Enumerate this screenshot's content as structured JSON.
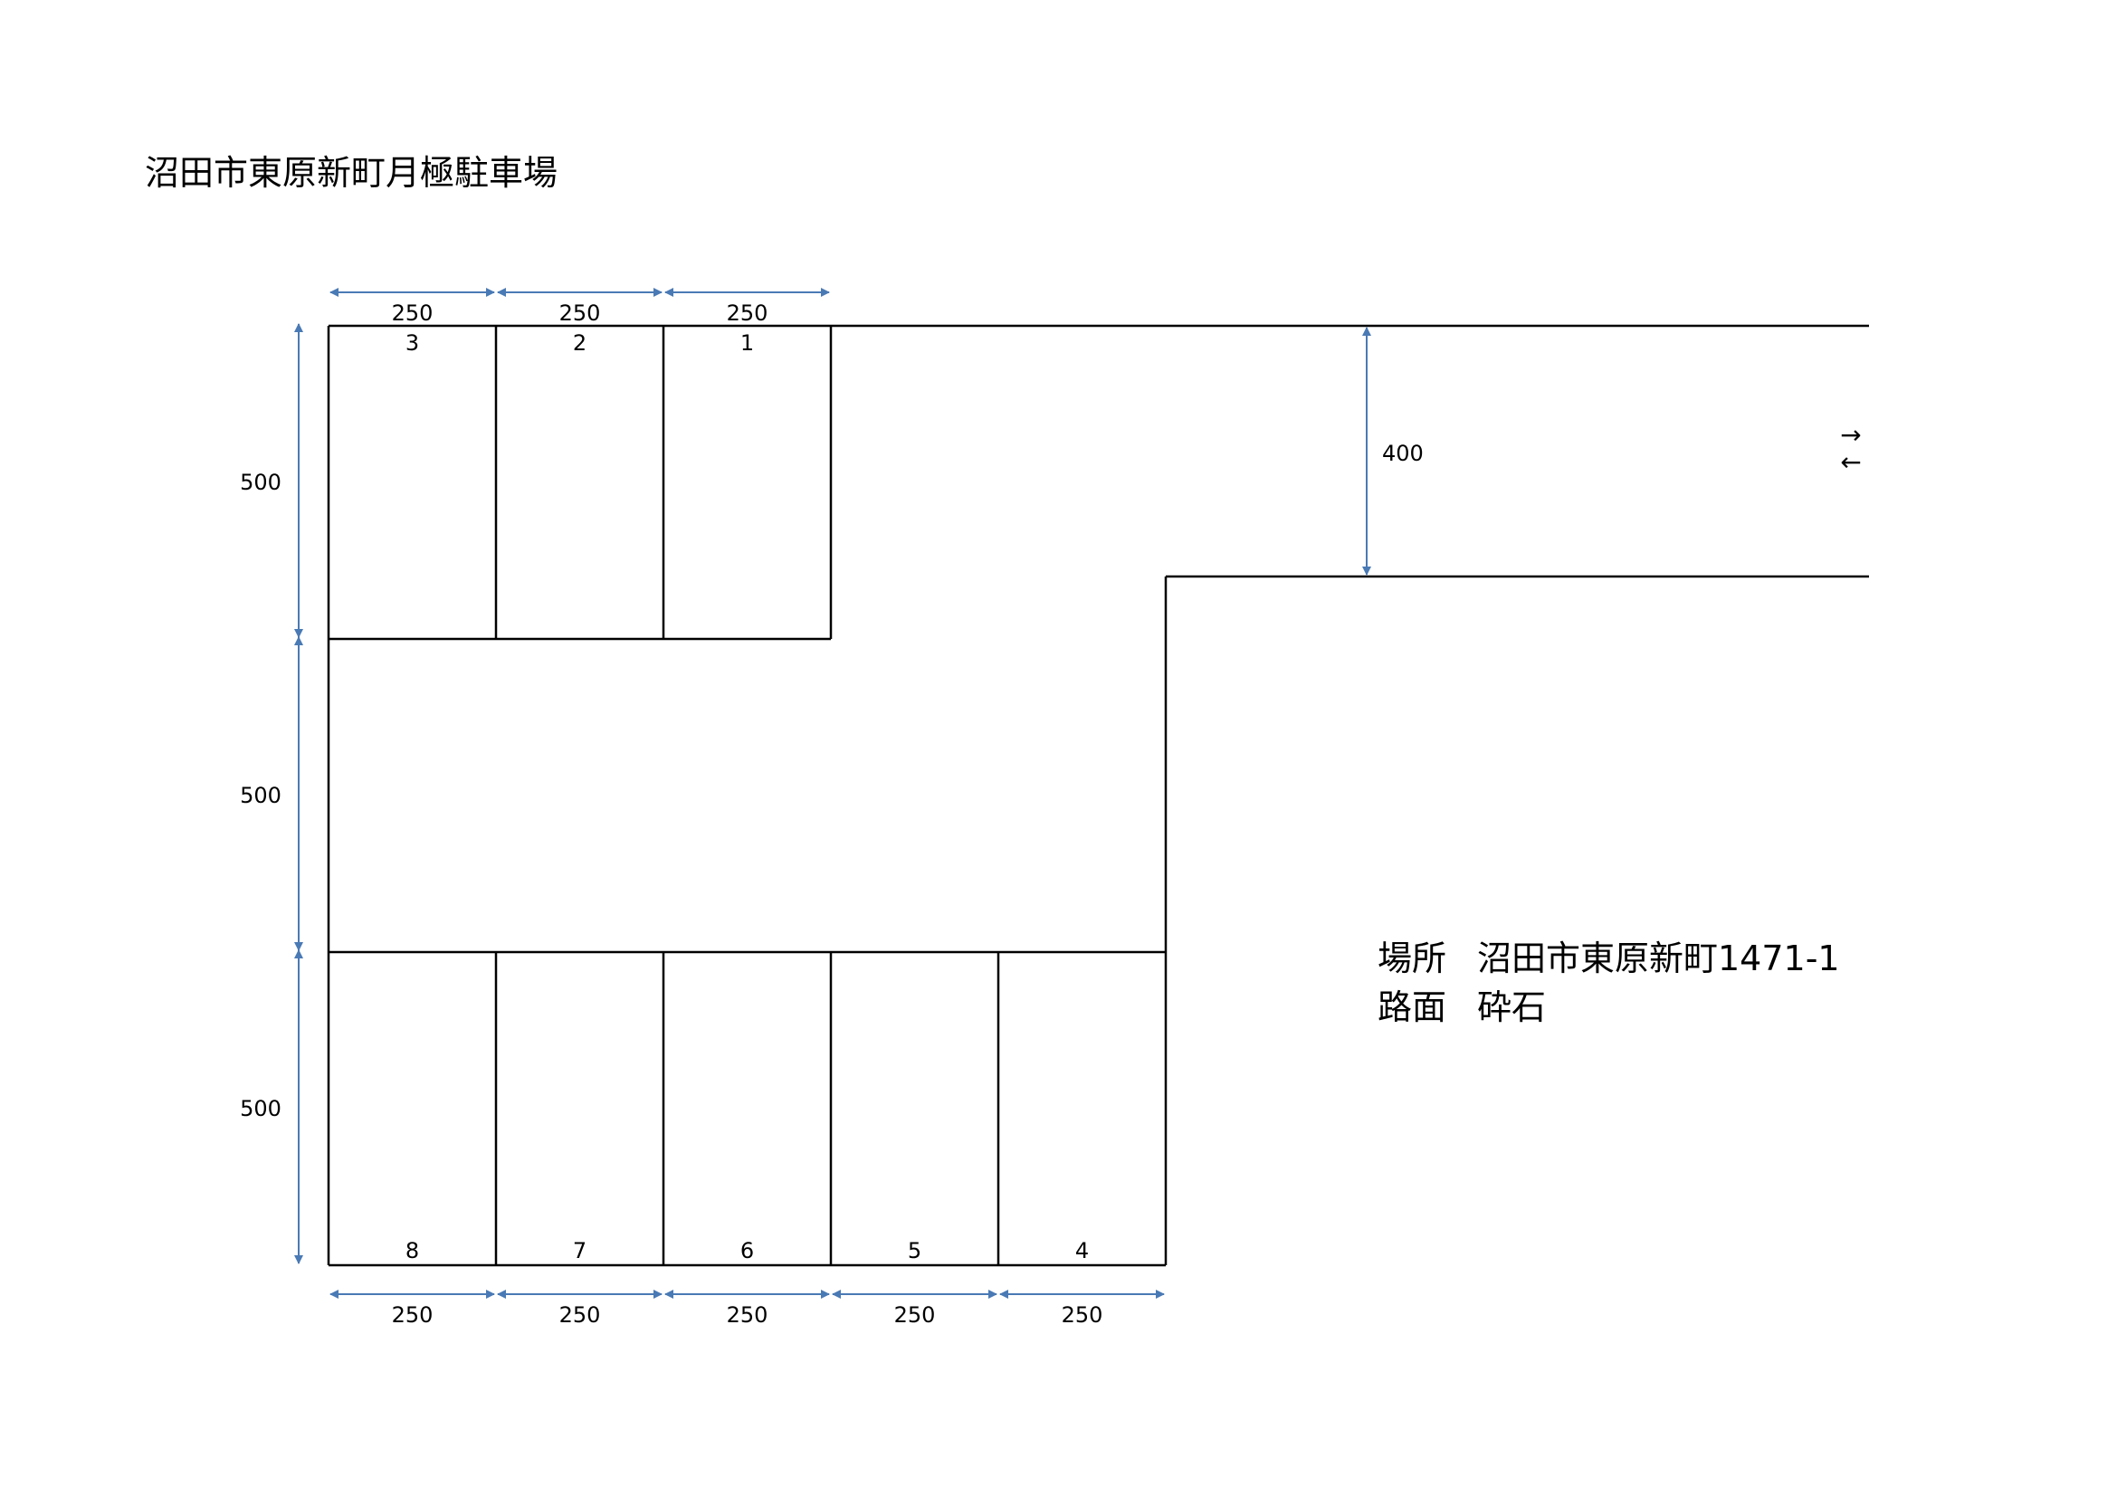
{
  "title": "沼田市東原新町月極駐車場",
  "colors": {
    "line": "#000000",
    "dimension": "#4a7ab5"
  },
  "spaces": [
    {
      "number": "1",
      "row": "top",
      "col": 2
    },
    {
      "number": "2",
      "row": "top",
      "col": 1
    },
    {
      "number": "3",
      "row": "top",
      "col": 0
    },
    {
      "number": "4",
      "row": "bottom",
      "col": 4
    },
    {
      "number": "5",
      "row": "bottom",
      "col": 3
    },
    {
      "number": "6",
      "row": "bottom",
      "col": 2
    },
    {
      "number": "7",
      "row": "bottom",
      "col": 1
    },
    {
      "number": "8",
      "row": "bottom",
      "col": 0
    }
  ],
  "dimensions": {
    "top_widths": [
      "250",
      "250",
      "250"
    ],
    "bottom_widths": [
      "250",
      "250",
      "250",
      "250",
      "250"
    ],
    "left_heights": [
      "500",
      "500",
      "500"
    ],
    "road_width": "400"
  },
  "road_direction_arrows": [
    "→",
    "←"
  ],
  "info": [
    {
      "key": "場所",
      "value": "沼田市東原新町1471-1"
    },
    {
      "key": "路面",
      "value": "砕石"
    }
  ]
}
